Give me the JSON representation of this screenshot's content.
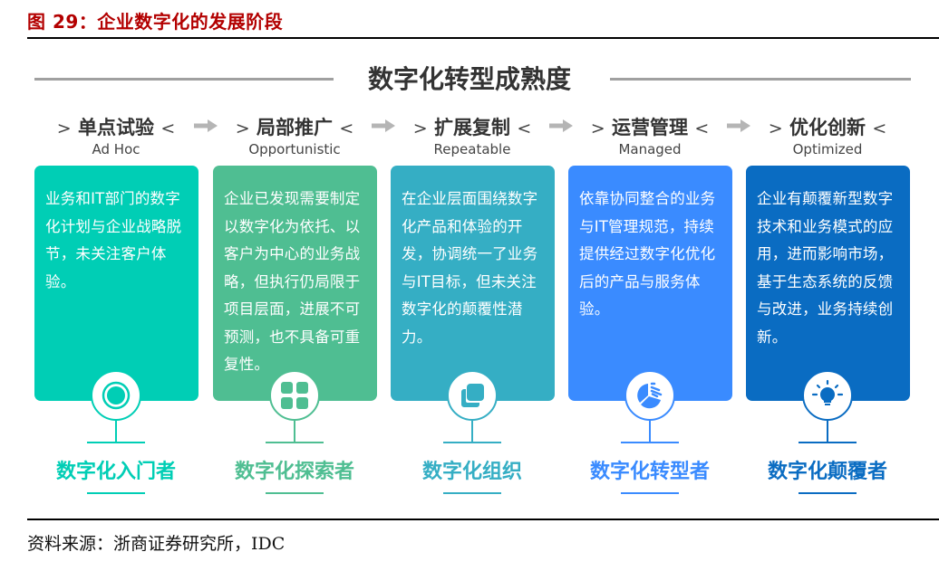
{
  "figure": {
    "title": "图 29：企业数字化的发展阶段",
    "main_title": "数字化转型成熟度",
    "source": "资料来源：浙商证券研究所，IDC"
  },
  "colors": {
    "title_red": "#b30000",
    "stage1": "#00ceb5",
    "stage2": "#4fbe92",
    "stage3": "#35aec4",
    "stage4": "#3a8bff",
    "stage5": "#0a6cc2"
  },
  "stages": [
    {
      "name_cn": "单点试验",
      "name_en": "Ad Hoc",
      "description": "业务和IT部门的数字化计划与企业战略脱节，未关注客户体验。",
      "icon": "target-icon",
      "label": "数字化入门者"
    },
    {
      "name_cn": "局部推广",
      "name_en": "Opportunistic",
      "description": "企业已发现需要制定以数字化为依托、以客户为中心的业务战略，但执行仍局限于项目层面，进展不可预测，也不具备可重复性。",
      "icon": "grid-icon",
      "label": "数字化探索者"
    },
    {
      "name_cn": "扩展复制",
      "name_en": "Repeatable",
      "description": "在企业层面围绕数字化产品和体验的开发，协调统一了业务与IT目标，但未关注数字化的颠覆性潜力。",
      "icon": "copy-icon",
      "label": "数字化组织"
    },
    {
      "name_cn": "运营管理",
      "name_en": "Managed",
      "description": "依靠协同整合的业务与IT管理规范，持续提供经过数字化优化后的产品与服务体验。",
      "icon": "pie-chart-icon",
      "label": "数字化转型者"
    },
    {
      "name_cn": "优化创新",
      "name_en": "Optimized",
      "description": "企业有颠覆新型数字技术和业务模式的应用，进而影响市场，基于生态系统的反馈与改进，业务持续创新。",
      "icon": "lightbulb-icon",
      "label": "数字化颠覆者"
    }
  ],
  "brackets": {
    "open": ">",
    "close": "<"
  }
}
